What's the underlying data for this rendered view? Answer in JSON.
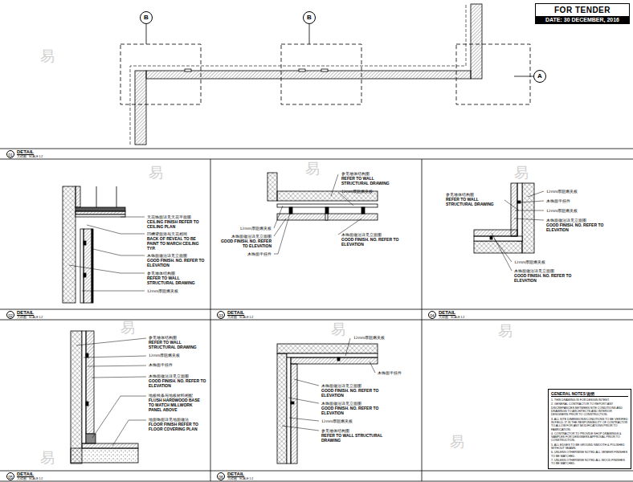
{
  "diagram": {
    "nodes": [
      {
        "text": [
          "FOR TENDER",
          "DATE: 30 DECEMBER, 2016"
        ]
      },
      {
        "text": [
          "B"
        ]
      },
      {
        "text": [
          "B"
        ]
      },
      {
        "text": [
          "A"
        ]
      },
      {
        "text": [
          "GENERAL NOTES 说明",
          "1. THIS DRAWING IS FOR DESIGN INTENT.",
          "2. GENERAL CONTRACTOR TO REPORT ANY DISCREPANCIES BETWEEN SITE CONDITIONS AND DRAWINGS TO ARCHITECTS AND INTERIOR DESIGNERS PRIOR TO CONSTRUCTION.",
          "3. ALL SITE DIMENSIONS/CONDITIONS TO BE VERIFIED IN FIELD. IT IS THE RESPONSIBILITY OF CONTRACTOR TO ALLOW FOR ANY MODIFICATIONS PRIOR TO FABRICATION.",
          "4. CONTRACTOR TO PROVIDE SHOP DRAWINGS & SAMPLES FOR DESIGNERS APPROVAL PRIOR TO CONSTRUCTION.",
          "5. ALL EDGES TO BE GROUND SMOOTH & POLISHED WITHOUT SEAMS.",
          "6. UNLESS OTHERWISE NOTED ALL VENEER FINISHES TO BE MATCHED.",
          "7. UNLESS OTHERWISE NOTED ALL WOOD FINISHES TO BE MATCHED."
        ]
      }
    ],
    "labels": [
      "01",
      "DETAIL",
      "大样图",
      "SCALE 1:2",
      "天花饰面详见天花平面图",
      "CEILING FINISH REFER TO CEILING PLAN",
      "凹槽背面涂与天花相同",
      "BACK OF REVEAL TO BE PAINT TO MARCH CEILING TYP.",
      "木饰面做法详见立面图",
      "GOOD FINISH. NO. REFER TO ELEVATION",
      "参见墙体结构图",
      "REFER TO WALL STRUCTURAL DRAWING",
      "12mm厚阻燃夹板",
      "02",
      "DETAIL",
      "大样图",
      "SCALE 1:2",
      "参见墙体结构图",
      "REFER TO WALL STRUCTURAL DRAWING",
      "12mm厚阻燃夹板",
      "12mm厚阻燃夹板",
      "木饰面做法详见立面图",
      "GOOD FINISH. NO. REFER TO ELEVATION",
      "木饰面干挂件",
      "木饰面做法详见立面图",
      "GOOD FINISH. NO. REFER TO ELEVATION",
      "03",
      "DETAIL",
      "大样图",
      "SCALE 1:2",
      "参见墙体结构图",
      "REFER TO WALL STRUCTURAL DRAWING",
      "12mm厚阻燃夹板",
      "木饰面干挂件",
      "12mm厚阻燃夹板",
      "木饰面做法详见立面图",
      "GOOD FINISH. NO. REFER TO ELEVATION",
      "12mm厚阻燃夹板",
      "木饰面做法详见立面图",
      "GOOD FINISH. NO. REFER TO ELEVATION",
      "04",
      "DETAIL",
      "大样图",
      "SCALE 1:2",
      "参见墙体结构图",
      "REFER TO WALL STRUCTURAL DRAWING",
      "12mm厚阻燃夹板",
      "木饰面干挂件",
      "木饰面做法详见立面图",
      "GOOD FINISH. NO. REFER TO ELEVATION",
      "地板线条与地板材料相配",
      "FLUSH HARDWOOD BASE TO MATCH MILLWORK PANEL ABOVE",
      "地面饰面详见地面做法",
      "FLOOR FINISH REFER TO FLOOR COVERING PLAN",
      "05",
      "DETAIL",
      "大样图",
      "SCALE 1:2",
      "12mm厚阻燃夹板",
      "木饰面干挂件",
      "木饰面做法详见立面图",
      "GOOD FINISH. NO. REFER TO ELEVATION",
      "木饰面做法详见立面图",
      "GOOD FINISH. NO. REFER TO ELEVATION",
      "12mm厚阻燃夹板",
      "参见墙体结构图",
      "REFER TO WALL STRUCTURAL DRAWING",
      "06",
      "DETAIL",
      "大样图",
      "SCALE 1:2",
      "易",
      "易",
      "易",
      "易",
      "易",
      "易",
      "易",
      "易",
      "易"
    ]
  }
}
